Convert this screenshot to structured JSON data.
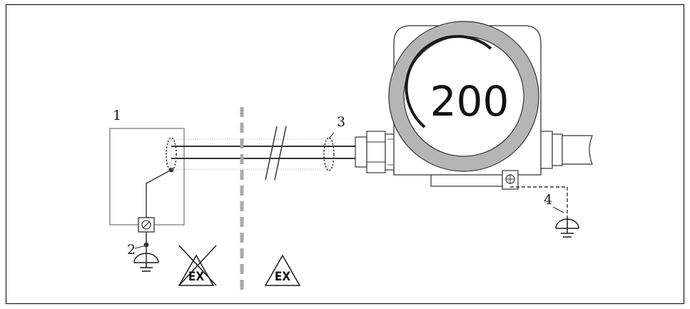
{
  "callouts": {
    "c1": "1",
    "c2": "2",
    "c3": "3",
    "c4": "4"
  },
  "display": {
    "value": "200"
  },
  "ex_marks": {
    "safe_area": "EX",
    "hazardous_area": "EX"
  },
  "colors": {
    "line": "#1a1a1a",
    "housing_ring": "#b5b5b5",
    "separator": "#a9a9a9",
    "shield": "#bdbdbd"
  }
}
